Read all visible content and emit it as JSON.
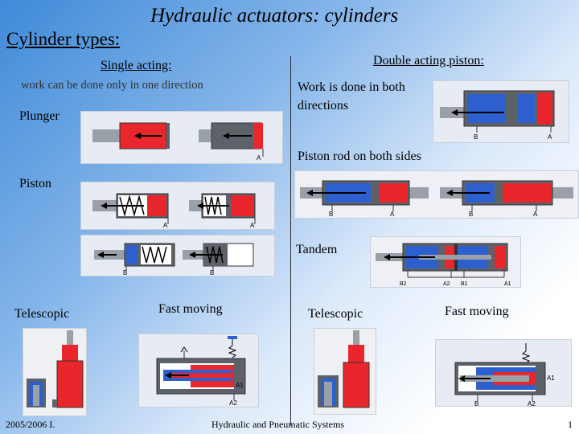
{
  "slide": {
    "title": "Hydraulic actuators: cylinders",
    "cylinder_types": "Cylinder types:",
    "single_acting": "Single acting:",
    "single_acting_desc": "work can be done only in one direction",
    "plunger": "Plunger",
    "piston": "Piston",
    "telescopic_left": "Telescopic",
    "fast_moving_left": "Fast moving",
    "double_acting": "Double acting piston:",
    "double_desc_line1": "Work is done in both",
    "double_desc_line2": "directions",
    "rod_both_sides": "Piston rod on both sides",
    "tandem": "Tandem",
    "telescopic_right": "Telescopic",
    "fast_moving_right": "Fast moving",
    "footer_left": "2005/2006 I.",
    "footer_center": "Hydraulic and Pneumatic Systems",
    "page_number": "1"
  },
  "port_labels": {
    "a": "A",
    "b": "B",
    "a1": "A1",
    "a2": "A2",
    "b1": "B1",
    "b2": "B2"
  },
  "colors": {
    "pressure": "#e8262b",
    "return": "#2d5fcf",
    "rod": "#9aa0a8",
    "body": "#5d6168"
  }
}
